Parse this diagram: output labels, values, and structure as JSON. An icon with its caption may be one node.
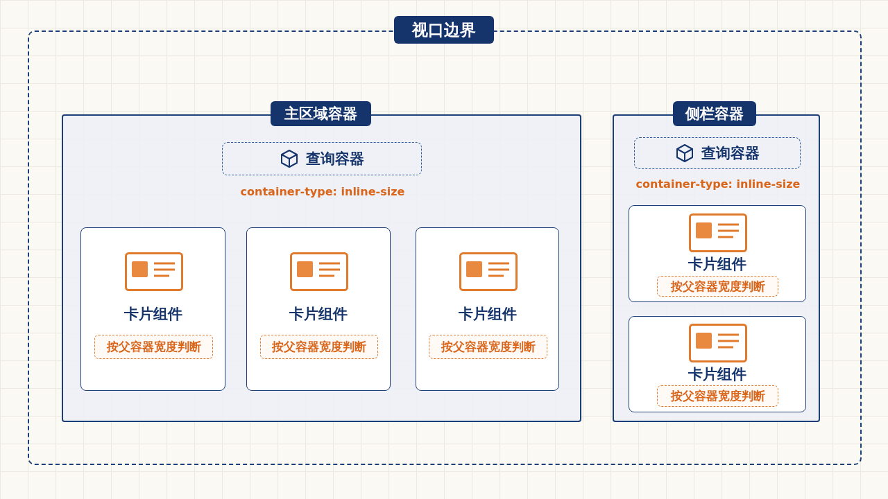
{
  "diagram": {
    "nodes": [
      {
        "text": [
          "视口边界"
        ]
      },
      {
        "text": [
          "主区域容器"
        ],
        "in": 0
      },
      {
        "text": [
          "查询容器"
        ],
        "beside": [
          "container-type: inline-size"
        ],
        "in": 1
      },
      {
        "text": [
          "卡片组件"
        ],
        "in": 1
      },
      {
        "text": [
          "按父容器宽度判断"
        ],
        "in": 3
      },
      {
        "text": [
          "卡片组件"
        ],
        "in": 1
      },
      {
        "text": [
          "按父容器宽度判断"
        ],
        "in": 5
      },
      {
        "text": [
          "卡片组件"
        ],
        "in": 1
      },
      {
        "text": [
          "按父容器宽度判断"
        ],
        "in": 7
      },
      {
        "text": [
          "侧栏容器"
        ],
        "in": 0
      },
      {
        "text": [
          "查询容器"
        ],
        "beside": [
          "container-type: inline-size"
        ],
        "in": 9
      },
      {
        "text": [
          "卡片组件"
        ],
        "in": 9
      },
      {
        "text": [
          "按父容器宽度判断"
        ],
        "in": 11
      },
      {
        "text": [
          "卡片组件"
        ],
        "in": 9
      },
      {
        "text": [
          "按父容器宽度判断"
        ],
        "in": 13
      }
    ],
    "edges": []
  }
}
